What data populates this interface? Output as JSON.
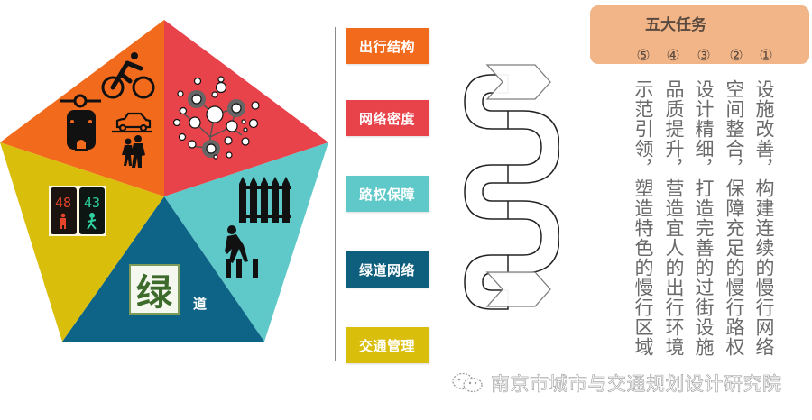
{
  "pentagon": {
    "segments": [
      {
        "id": "travel-structure",
        "color": "#f26b1d",
        "icons": [
          "cyclist-icon",
          "scooter-icon",
          "car-icon",
          "pedestrians-icon"
        ]
      },
      {
        "id": "network-density",
        "color": "#e8424a",
        "icons": [
          "network-nodes-icon"
        ]
      },
      {
        "id": "right-of-way",
        "color": "#5fc8c8",
        "icons": [
          "fence-icon",
          "pedestrian-crossing-icon"
        ]
      },
      {
        "id": "greenway",
        "color": "#0e6487",
        "icons": [
          "greenway-logo-icon"
        ],
        "text": "道"
      },
      {
        "id": "traffic-management",
        "color": "#d9be0b",
        "icons": [
          "pedestrian-signal-icon"
        ]
      }
    ],
    "signal": {
      "red_count": "48",
      "green_count": "43"
    },
    "greenway_char": "绿"
  },
  "labels": [
    {
      "text": "出行结构",
      "color": "#f26b1d"
    },
    {
      "text": "网络密度",
      "color": "#e8424a"
    },
    {
      "text": "路权保障",
      "color": "#5fc8c8"
    },
    {
      "text": "绿道网络",
      "color": "#0e5e7e"
    },
    {
      "text": "交通管理",
      "color": "#d9be0b"
    }
  ],
  "tasks": {
    "title": "五大任务",
    "header_color": "#f2b587",
    "numbers": [
      "⑤",
      "④",
      "③",
      "②",
      "①"
    ],
    "columns": [
      "示范引领，塑造特色的慢行区域",
      "品质提升，营造宜人的出行环境",
      "设计精细，打造完善的过街设施",
      "空间整合，保障充足的慢行路权",
      "设施改善，构建连续的慢行网络"
    ]
  },
  "footer": {
    "icon": "wechat-icon",
    "text": "南京市城市与交通规划设计研究院"
  }
}
